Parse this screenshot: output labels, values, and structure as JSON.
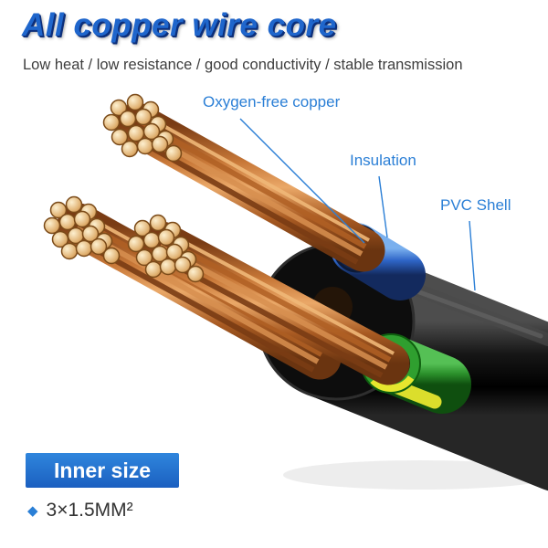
{
  "header": {
    "title": "All copper wire core",
    "subtitle": "Low heat / low resistance / good conductivity / stable transmission"
  },
  "callouts": [
    {
      "label": "Oxygen-free copper",
      "target": "copper-strands"
    },
    {
      "label": "Insulation",
      "target": "blue-insulation"
    },
    {
      "label": "PVC Shell",
      "target": "cable-outer-jacket"
    }
  ],
  "footer": {
    "badge": "Inner size",
    "bullet": "◆",
    "spec": "3×1.5MM²"
  },
  "colors": {
    "accent_blue": "#2b7fd6",
    "title_blue": "#1f66cc",
    "badge_blue": "#1b5fc0",
    "copper": "#c87838",
    "cable_black": "#111111",
    "insulation_blue": "#2f66c8",
    "earth_green": "#2f9f2f",
    "earth_yellow": "#e6e62e"
  }
}
